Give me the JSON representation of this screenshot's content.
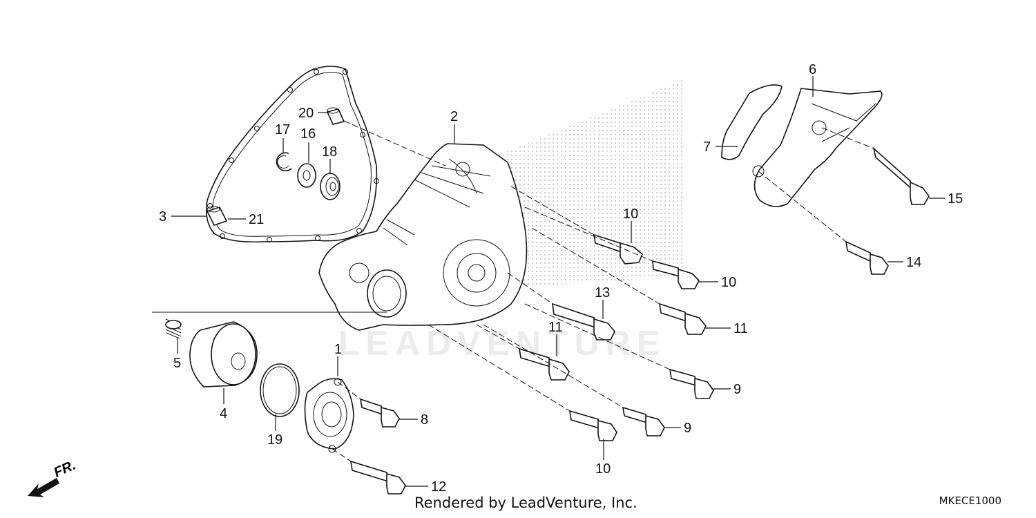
{
  "watermark": "LEADVENTURE",
  "direction_indicator": "FR.",
  "footer": {
    "rendered_by": "Rendered by LeadVenture, Inc.",
    "diagram_code": "MKECE1000"
  },
  "parts": {
    "p1": "1",
    "p2": "2",
    "p3": "3",
    "p4": "4",
    "p5": "5",
    "p6": "6",
    "p7": "7",
    "p8": "8",
    "p9a": "9",
    "p9b": "9",
    "p10a": "10",
    "p10b": "10",
    "p10c": "10",
    "p11a": "11",
    "p11b": "11",
    "p12": "12",
    "p13": "13",
    "p14": "14",
    "p15": "15",
    "p16": "16",
    "p17": "17",
    "p18": "18",
    "p19": "19",
    "p20": "20",
    "p21": "21"
  }
}
